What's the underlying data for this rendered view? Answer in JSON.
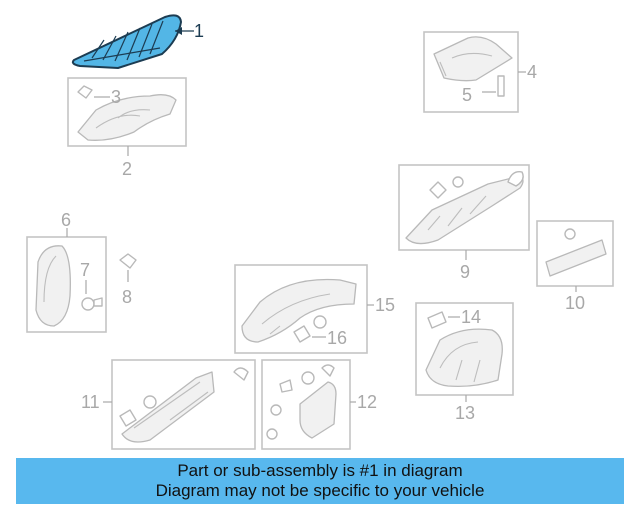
{
  "callouts": {
    "c1": "1",
    "c2": "2",
    "c3": "3",
    "c4": "4",
    "c5": "5",
    "c6": "6",
    "c7": "7",
    "c8": "8",
    "c9": "9",
    "c10": "10",
    "c11": "11",
    "c12": "12",
    "c13": "13",
    "c14": "14",
    "c15": "15",
    "c16": "16"
  },
  "highlight_color": "#53b6e6",
  "banner": {
    "line1": "Part or sub-assembly is #1 in diagram",
    "line2": "Diagram may not be specific to your vehicle",
    "color": "#58b8ee"
  }
}
